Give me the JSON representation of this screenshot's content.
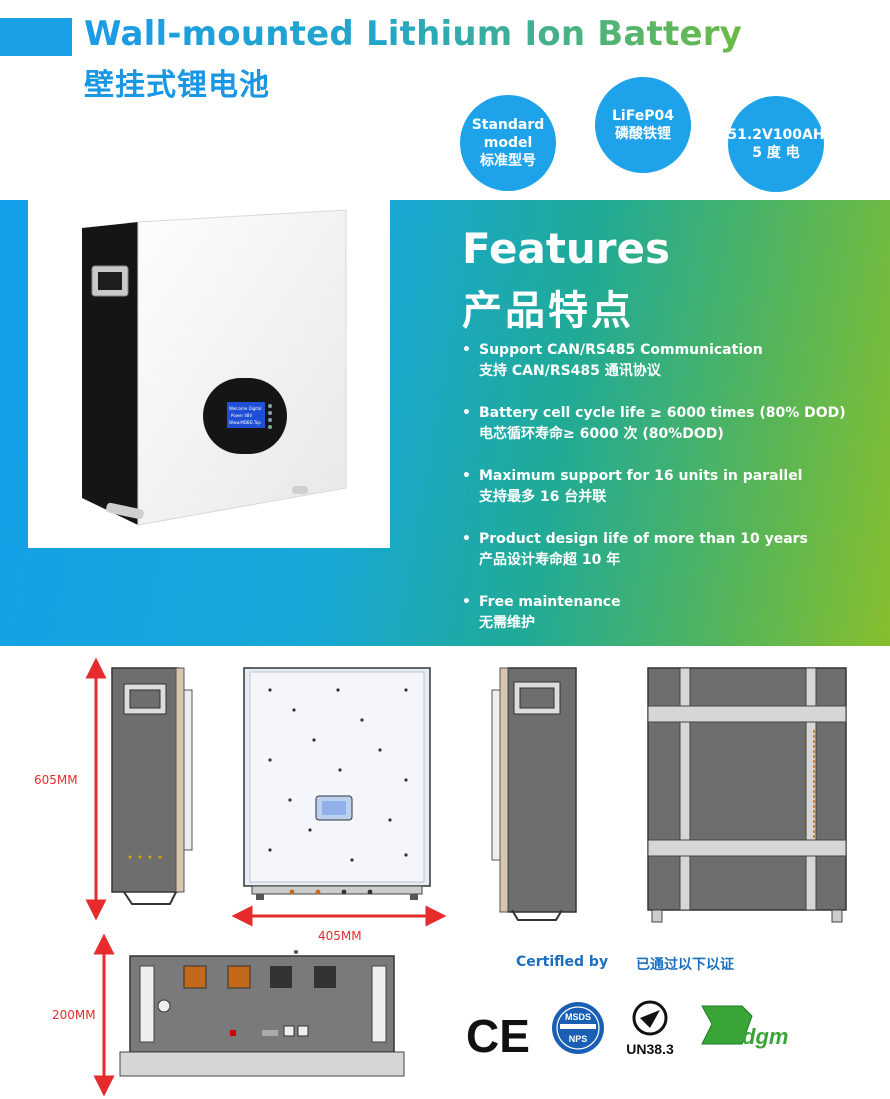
{
  "header": {
    "title_en": "Wall-mounted Lithium Ion Battery",
    "title_cn": "壁挂式锂电池"
  },
  "badges": [
    {
      "line1": "Standard",
      "line2": "model",
      "line3": "标准型号"
    },
    {
      "line1": "LiFeP04",
      "line2": "磷酸铁锂"
    },
    {
      "line1": "51.2V100AH",
      "line2": "5 度 电"
    }
  ],
  "features": {
    "heading_en": "Features",
    "heading_cn": "产品特点",
    "items": [
      {
        "en": "Support CAN/RS485 Communication",
        "cn": "支持 CAN/RS485 通讯协议"
      },
      {
        "en": "Battery cell cycle life ≥ 6000 times (80% DOD)",
        "cn": "电芯循环寿命≥ 6000 次 (80%DOD)"
      },
      {
        "en": "Maximum support for 16 units in parallel",
        "cn": "支持最多 16 台并联"
      },
      {
        "en": "Product design life of more than 10 years",
        "cn": "产品设计寿命超 10 年"
      },
      {
        "en": "Free maintenance",
        "cn": "无需维护"
      }
    ]
  },
  "device_screen": {
    "line1": "Welcome Digital",
    "line2": "Power 48V",
    "line3": "Www.MDBD.Top"
  },
  "dimensions": {
    "height": "605MM",
    "width": "405MM",
    "depth": "200MM"
  },
  "certification": {
    "label_en": "Certifled by",
    "label_cn": "已通过以下以证",
    "logos": [
      "CE",
      "MSDS",
      "UN38.3",
      "dgm"
    ],
    "msds_top": "MSDS",
    "msds_bottom": "NPS",
    "un_text": "UN38.3",
    "dgm_text": "dgm"
  },
  "colors": {
    "brand_blue": "#1aa0e6",
    "gradient_green": "#86bf2e",
    "dimension_red": "#e52b2b",
    "cert_blue": "#1b6fc0"
  }
}
